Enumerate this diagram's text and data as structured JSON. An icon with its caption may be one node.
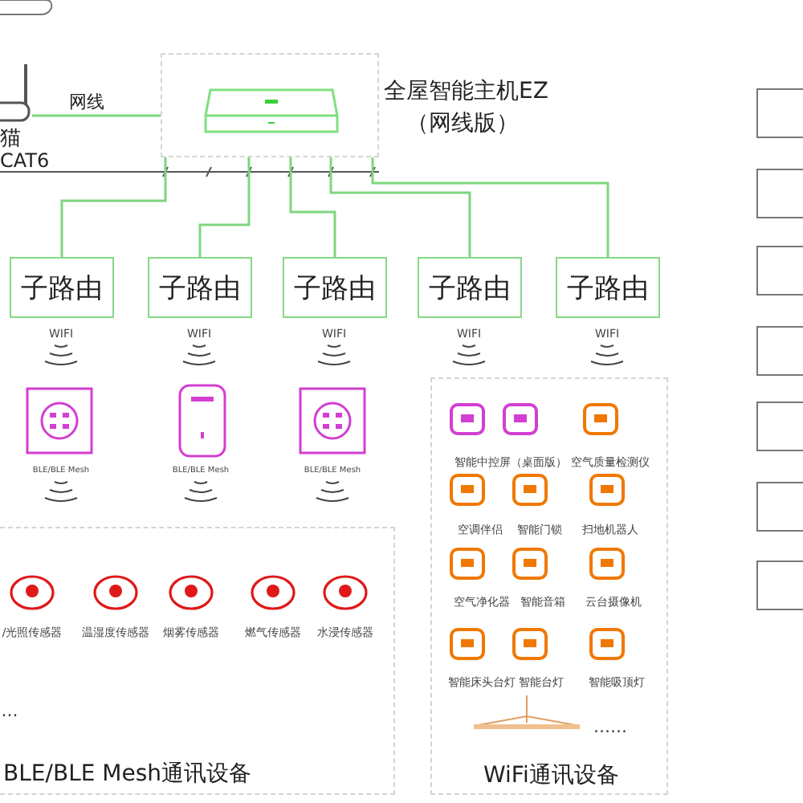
{
  "diagram": {
    "nodes": [
      {
        "text": [],
        "shape": "picture",
        "beside": [
          "猫",
          "CAT6"
        ]
      },
      {
        "text": [
          "全屋智能主机EZ",
          "（网线版）"
        ]
      },
      {
        "text": [],
        "shape": "picture",
        "in": 1
      },
      {
        "text": [
          "子路由"
        ]
      },
      {
        "text": [
          "子路由"
        ]
      },
      {
        "text": [
          "子路由"
        ]
      },
      {
        "text": [
          "子路由"
        ]
      },
      {
        "text": [
          "子路由"
        ]
      },
      {
        "text": [
          "BLE/BLE Mesh通讯设备"
        ]
      },
      {
        "text": [
          "WiFi通讯设备"
        ]
      },
      {
        "text": [],
        "shape": "box"
      },
      {
        "text": [],
        "shape": "box"
      },
      {
        "text": [],
        "shape": "box"
      },
      {
        "text": [],
        "shape": "box"
      },
      {
        "text": [],
        "shape": "box"
      },
      {
        "text": [],
        "shape": "box"
      },
      {
        "text": [],
        "shape": "box"
      }
    ],
    "edges": [
      {
        "from": 0,
        "to": 1,
        "arrow": "none",
        "label": "网线"
      },
      {
        "from": 1,
        "to": 3,
        "arrow": "none"
      },
      {
        "from": 1,
        "to": 4,
        "arrow": "none"
      },
      {
        "from": 1,
        "to": 5,
        "arrow": "none"
      },
      {
        "from": 1,
        "to": 6,
        "arrow": "none"
      },
      {
        "from": 1,
        "to": 7,
        "arrow": "none"
      }
    ],
    "labels": [
      "WIFI",
      "WIFI",
      "WIFI",
      "WIFI",
      "WIFI",
      "BLE/BLE Mesh",
      "BLE/BLE Mesh",
      "BLE/BLE Mesh",
      "/光照传感器",
      "温湿度传感器",
      "烟雾传感器",
      "燃气传感器",
      "水浸传感器",
      "...",
      "智能中控屏（桌面版）",
      "空气质量检测仪",
      "空调伴侣",
      "智能门锁",
      "扫地机器人",
      "空气净化器",
      "智能音箱",
      "云台摄像机",
      "智能床头台灯",
      "智能台灯",
      "智能吸顶灯",
      "......"
    ]
  }
}
